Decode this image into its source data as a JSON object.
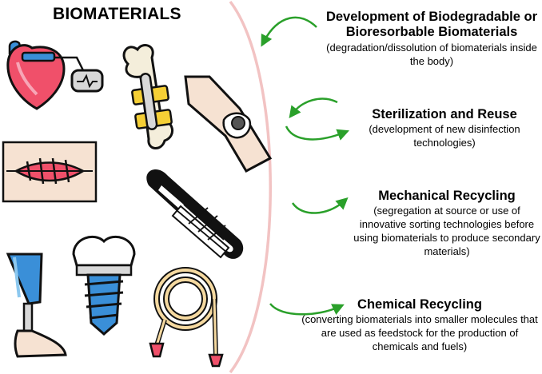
{
  "title": "BIOMATERIALS",
  "colors": {
    "divider": "#f2c3c3",
    "arrow": "#2aa02a",
    "outline": "#111111",
    "red": "#f0506a",
    "pink": "#f7a6b6",
    "yellow": "#f5cf35",
    "blue": "#3a8fd8",
    "light_blue": "#8cc8ef",
    "skin": "#f6e2d2",
    "bone": "#f4eedb",
    "gray": "#d8d8d8"
  },
  "icons": [
    "heart-pacemaker-icon",
    "bone-plate-icon",
    "knee-implant-icon",
    "sutured-wound-icon",
    "vascular-stent-icon",
    "prosthetic-leg-icon",
    "dental-implant-icon",
    "catheter-icon"
  ],
  "strategies": [
    {
      "title": "Development of Biodegradable or Bioresorbable Biomaterials",
      "description": "(degradation/dissolution of biomaterials inside the body)"
    },
    {
      "title": "Sterilization and Reuse",
      "description": "(development of new disinfection technologies)"
    },
    {
      "title": "Mechanical Recycling",
      "description": "(segregation at source or use of innovative sorting technologies before using biomaterials to produce secondary materials)"
    },
    {
      "title": "Chemical Recycling",
      "description": "(converting biomaterials into smaller molecules that are used as feedstock for the production of chemicals and fuels)"
    }
  ]
}
